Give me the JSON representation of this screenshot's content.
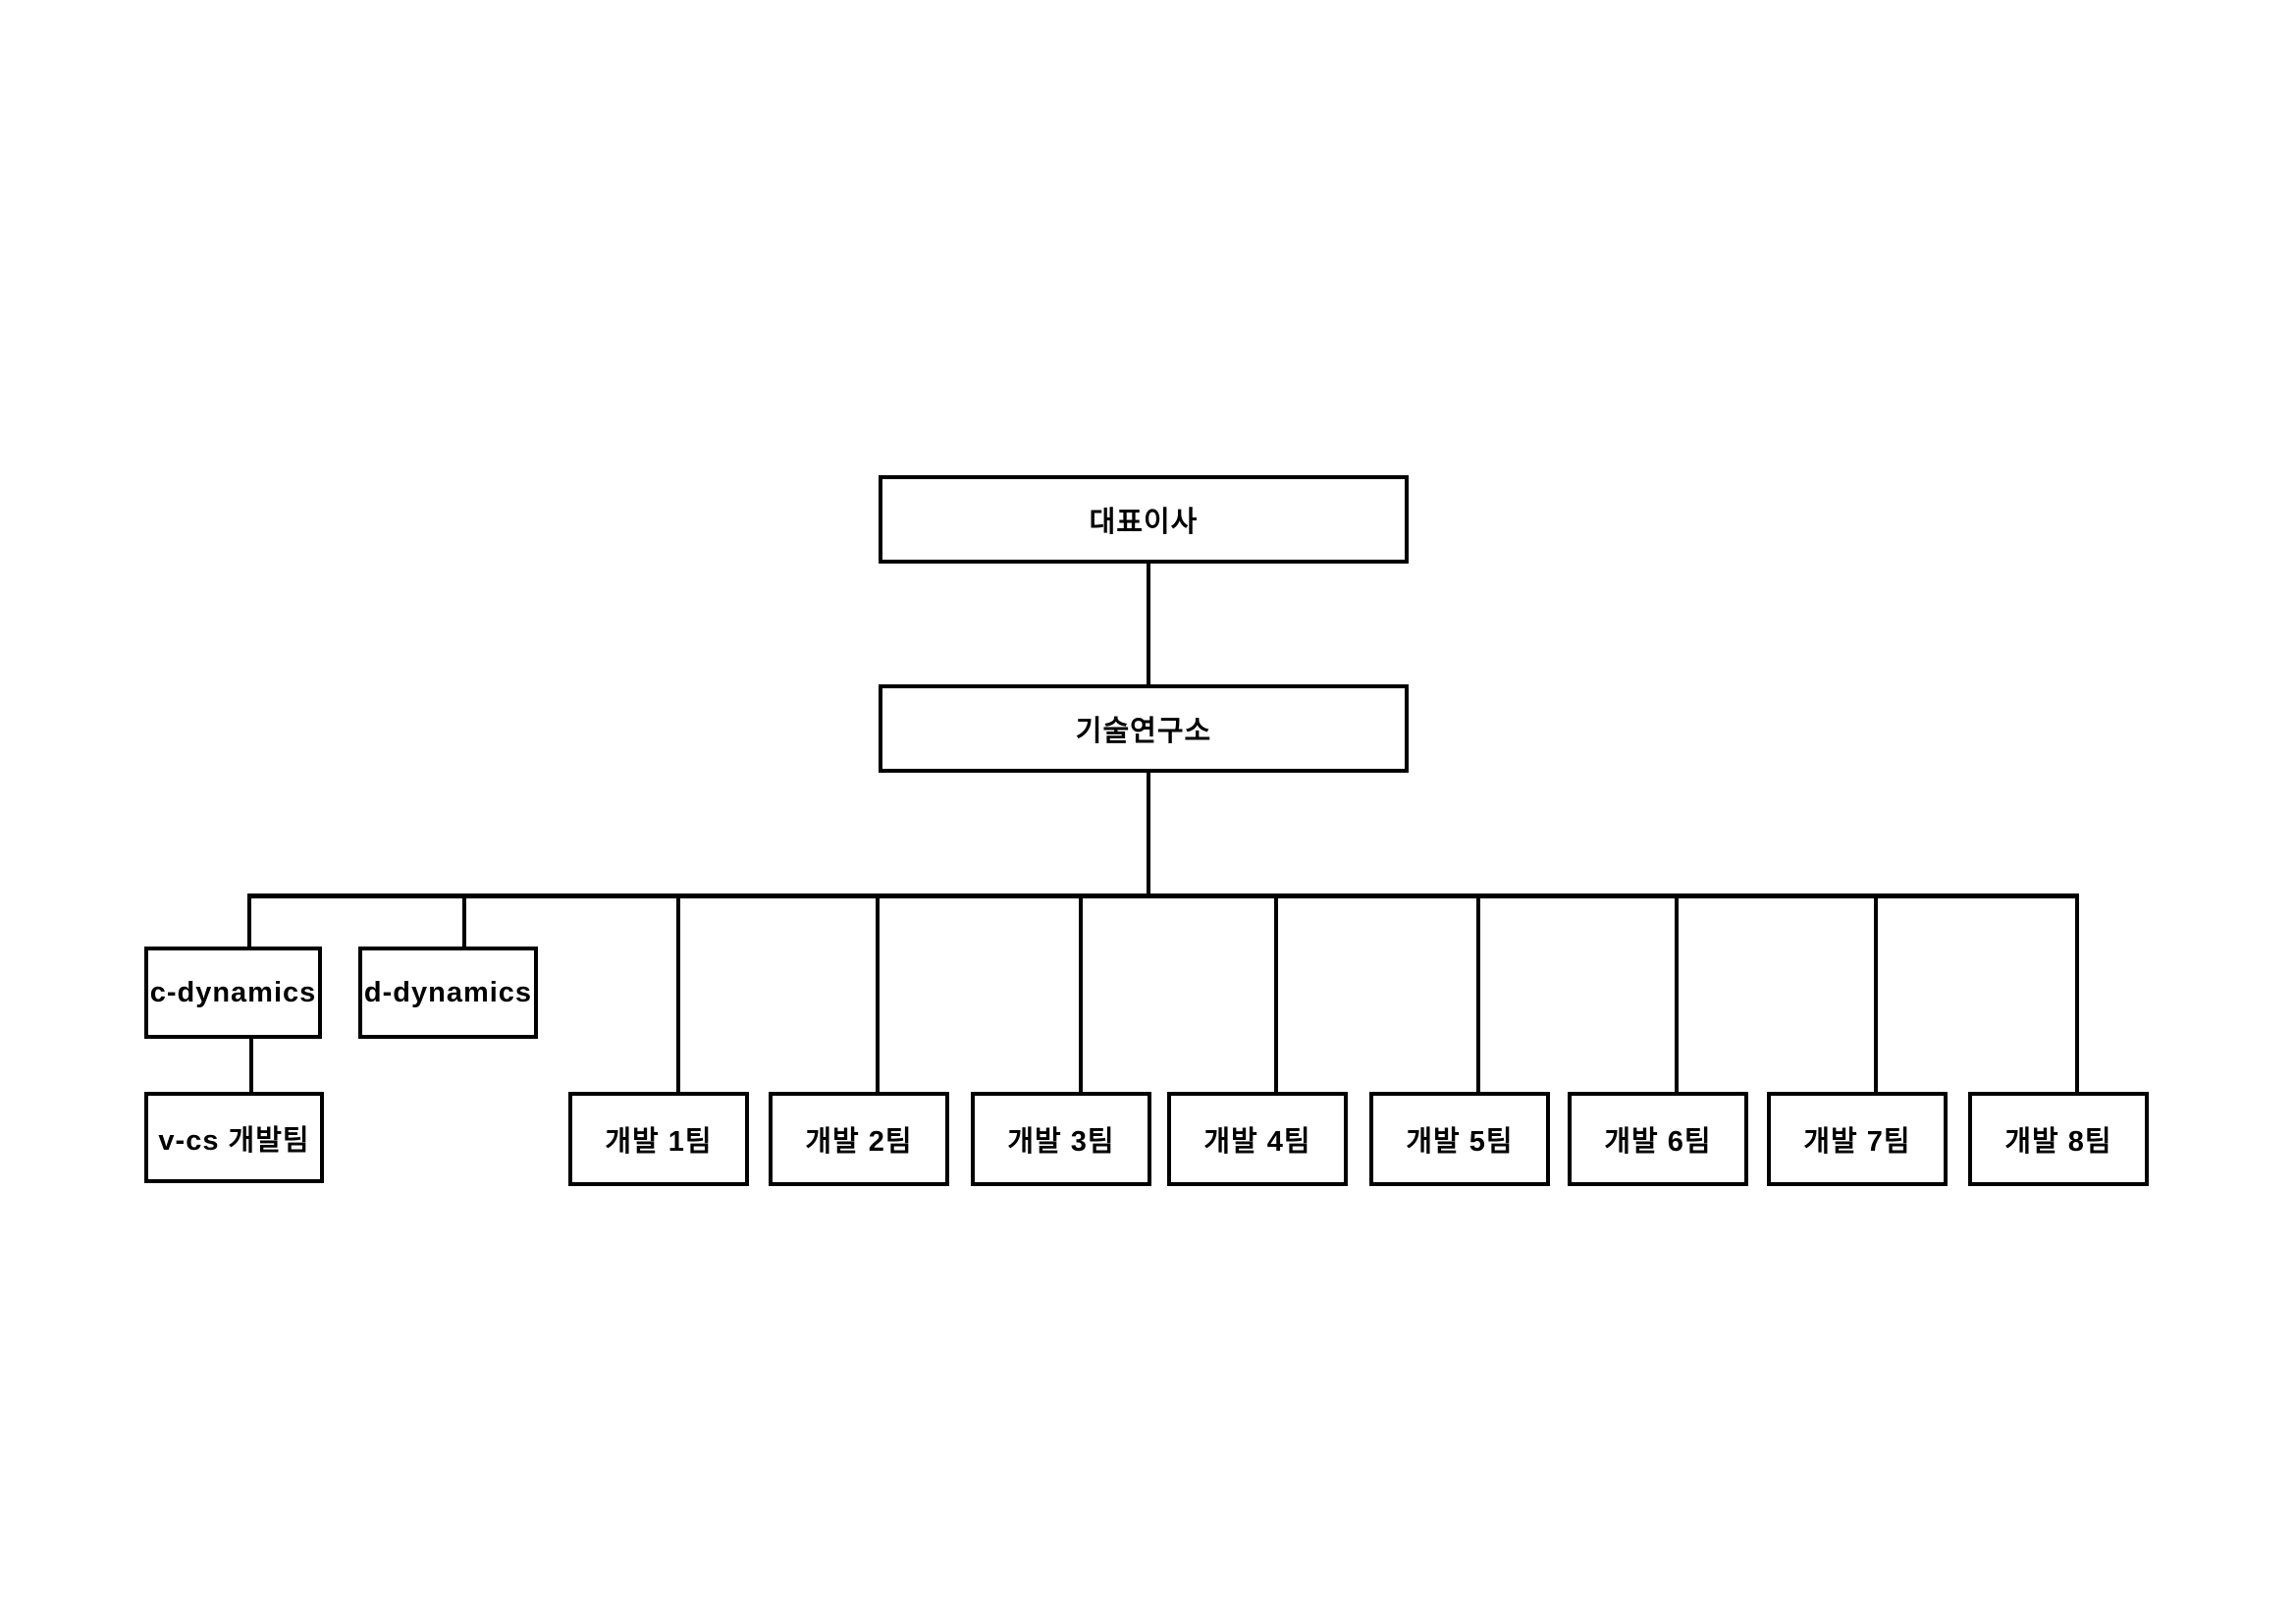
{
  "page": {
    "background_color": "#ffffff"
  },
  "diagram": {
    "type": "org-chart",
    "colors": {
      "box_border": "#000000",
      "box_fill": "#ffffff",
      "text": "#000000",
      "connector_line": "#000000"
    },
    "root": {
      "label": "대표이사",
      "children": [
        {
          "label": "기술연구소",
          "children": [
            {
              "label": "c-dynamics",
              "children": [
                {
                  "label": "v-cs 개발팀"
                }
              ]
            },
            {
              "label": "d-dynamics"
            },
            {
              "label": "개발 1팀"
            },
            {
              "label": "개발 2팀"
            },
            {
              "label": "개발 3팀"
            },
            {
              "label": "개발 4팀"
            },
            {
              "label": "개발 5팀"
            },
            {
              "label": "개발 6팀"
            },
            {
              "label": "개발 7팀"
            },
            {
              "label": "개발 8팀"
            }
          ]
        }
      ]
    }
  }
}
